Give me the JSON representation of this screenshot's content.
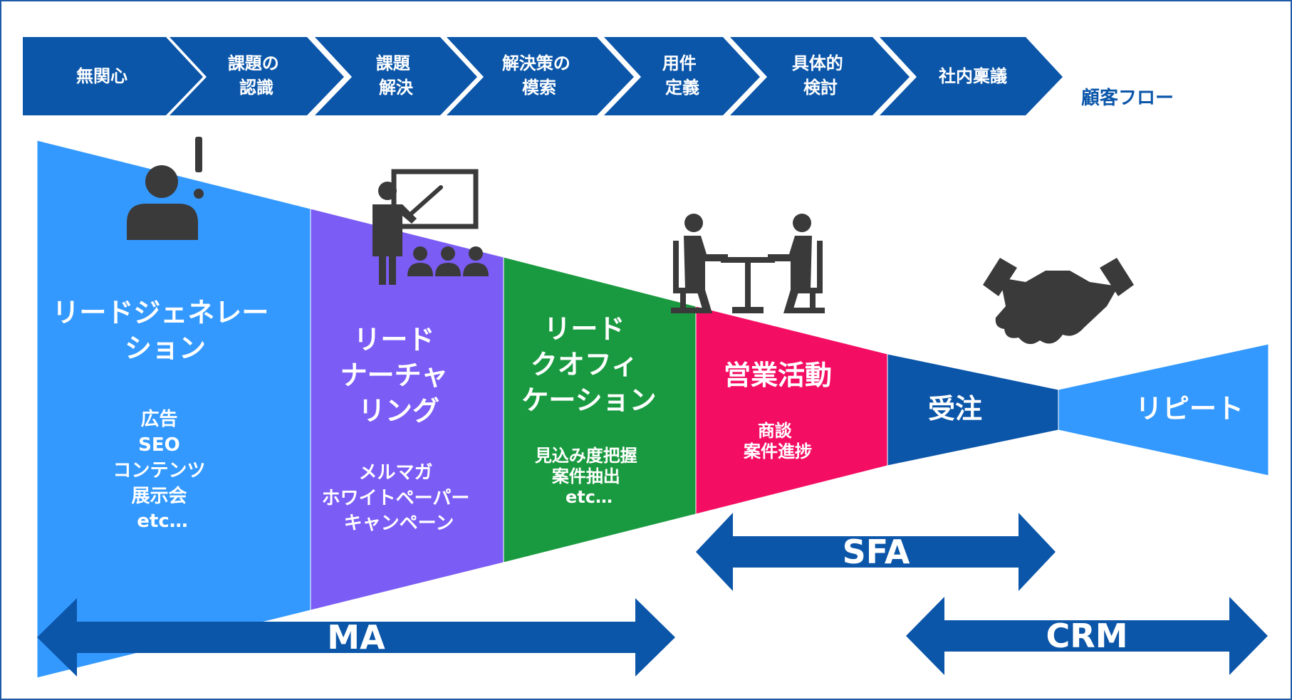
{
  "colors": {
    "flow_blue": "#0b56a9",
    "stage1": "#3399ff",
    "stage2": "#7b5cf5",
    "stage3": "#1a9a40",
    "stage4": "#f40e63",
    "stage5": "#0b56a9",
    "stage6": "#3399ff",
    "arrow": "#0b56a9",
    "icon": "#3a3a3a"
  },
  "flow": {
    "steps": [
      {
        "lines": [
          "無関心"
        ]
      },
      {
        "lines": [
          "課題の",
          "認識"
        ]
      },
      {
        "lines": [
          "課題",
          "解決"
        ]
      },
      {
        "lines": [
          "解決策の",
          "模索"
        ]
      },
      {
        "lines": [
          "用件",
          "定義"
        ]
      },
      {
        "lines": [
          "具体的",
          "検討"
        ]
      },
      {
        "lines": [
          "社内稟議"
        ]
      }
    ],
    "label": "顧客フロー"
  },
  "stages": [
    {
      "title": [
        "リードジェネレー",
        "ション"
      ],
      "items": [
        "広告",
        "SEO",
        "コンテンツ",
        "展示会",
        "etc…"
      ],
      "icon": "person-alert-icon"
    },
    {
      "title": [
        "リード",
        "ナーチャ",
        "リング"
      ],
      "items": [
        "メルマガ",
        "ホワイトペーパー",
        "キャンペーン"
      ],
      "icon": "presentation-icon"
    },
    {
      "title": [
        "リード",
        "クオフィ",
        "ケーション"
      ],
      "items": [
        "見込み度把握",
        "案件抽出",
        "etc…"
      ],
      "icon": ""
    },
    {
      "title": [
        "営業活動"
      ],
      "items": [
        "商談",
        "案件進捗"
      ],
      "icon": "meeting-icon"
    },
    {
      "title": [
        "受注"
      ],
      "items": [],
      "icon": "handshake-icon"
    },
    {
      "title": [
        "リピート"
      ],
      "items": [],
      "icon": ""
    }
  ],
  "arrows": {
    "sfa": "SFA",
    "ma": "MA",
    "crm": "CRM"
  }
}
